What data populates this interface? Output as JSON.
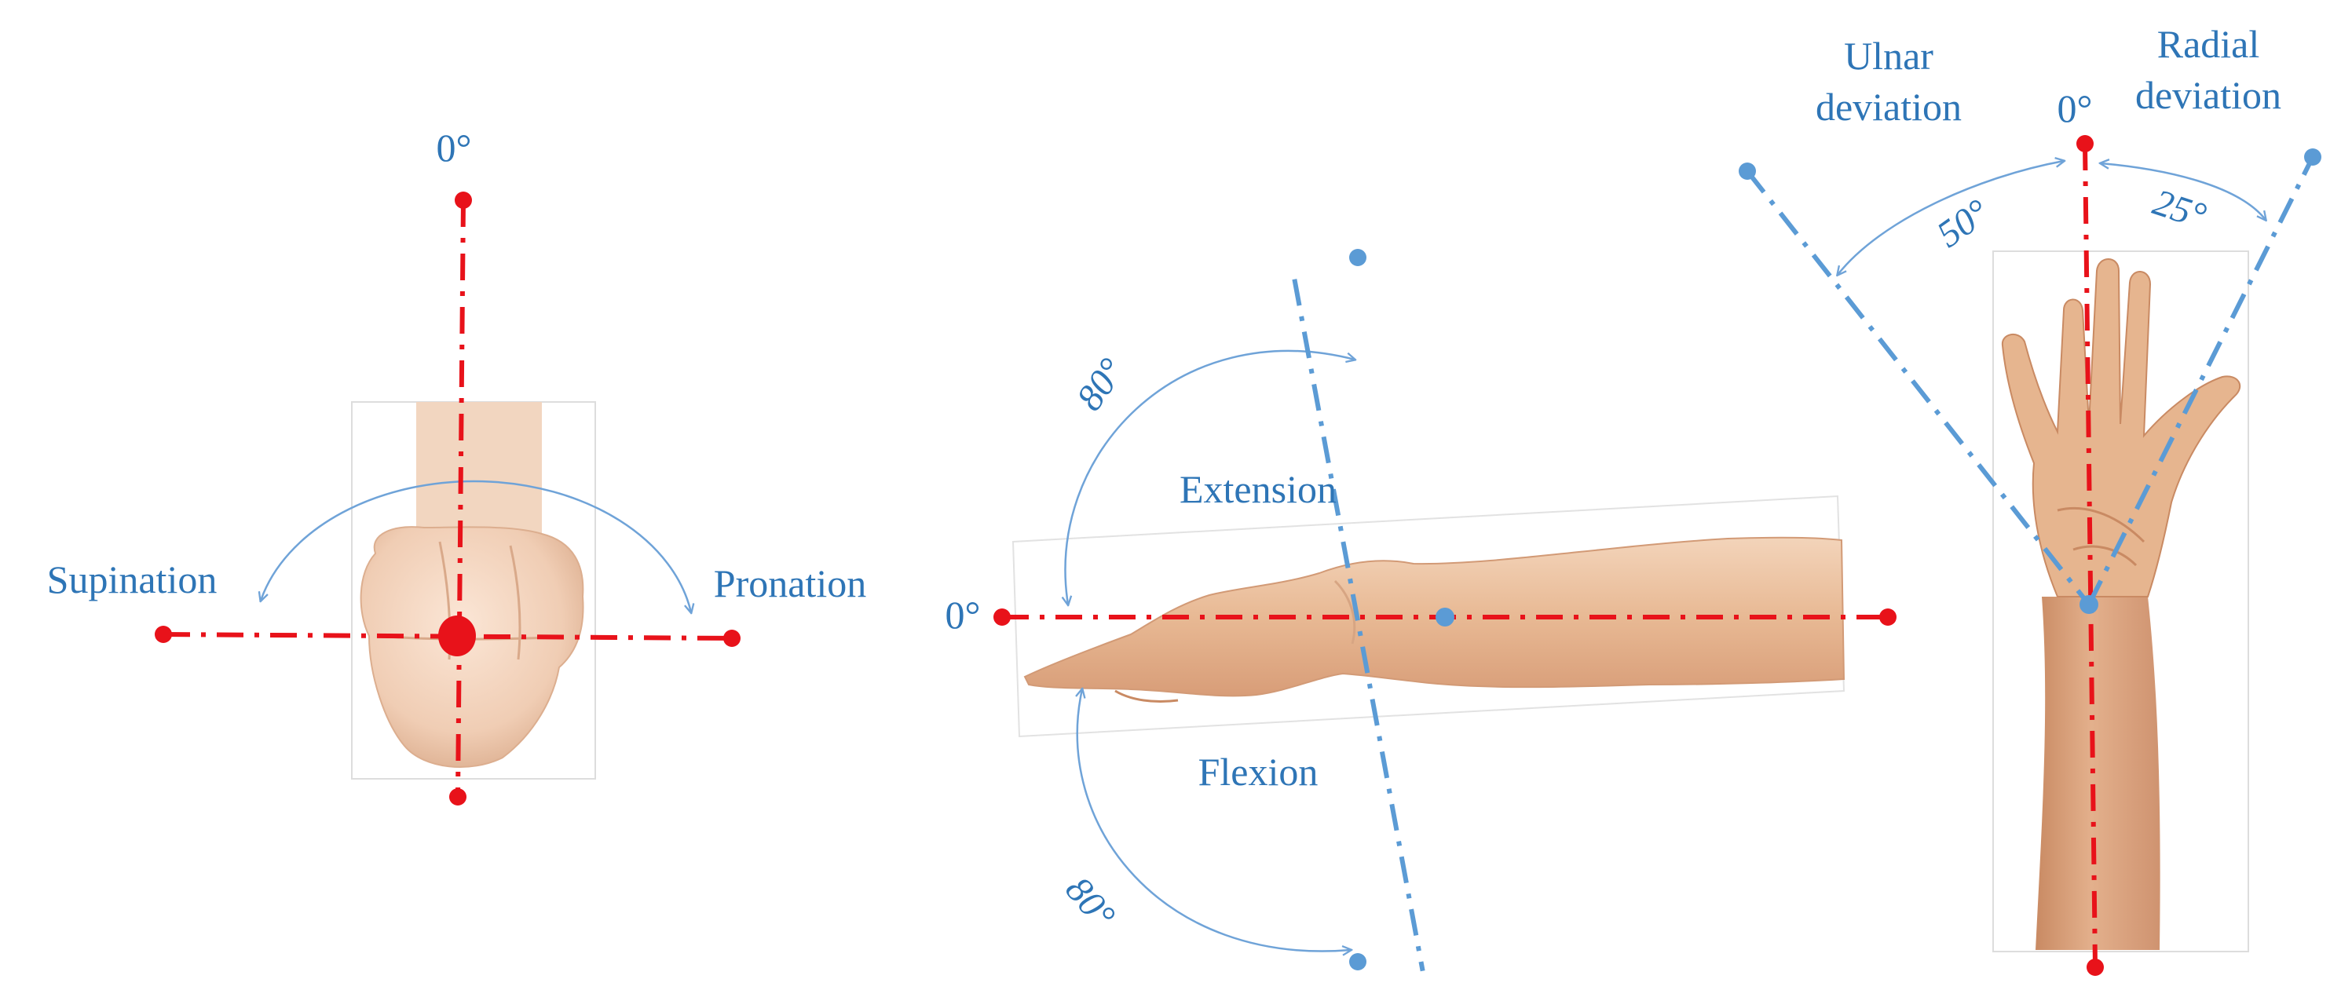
{
  "colors": {
    "reference_line": "#e8121a",
    "motion_line": "#5b9bd5",
    "arc": "#6fa3d8",
    "label": "#2e75b6",
    "skin_light": "#f0cdb0",
    "skin_mid": "#e0ae8a",
    "skin_dark": "#c98a63",
    "photo_border": "#dddddd"
  },
  "panel_rotation": {
    "zero_label": "0°",
    "left_label": "Supination",
    "right_label": "Pronation"
  },
  "panel_flexion": {
    "zero_label": "0°",
    "extension_label": "Extension",
    "flexion_label": "Flexion",
    "extension_angle": "80°",
    "flexion_angle": "80°"
  },
  "panel_deviation": {
    "ulnar_label_line1": "Ulnar",
    "ulnar_label_line2": "deviation",
    "radial_label_line1": "Radial",
    "radial_label_line2": "deviation",
    "zero_label": "0°",
    "ulnar_angle": "50°",
    "radial_angle": "25°"
  }
}
